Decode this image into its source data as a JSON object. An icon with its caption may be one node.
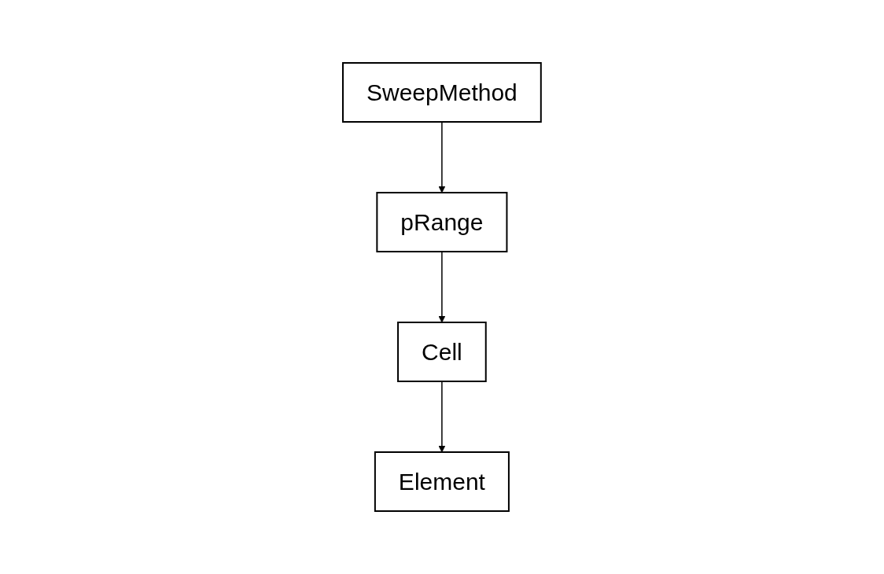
{
  "diagram": {
    "nodes": [
      {
        "text": [
          "pRange"
        ]
      },
      {
        "text": [
          "SweepMethod"
        ]
      },
      {
        "text": [
          "Cell"
        ]
      },
      {
        "text": [
          "Element"
        ]
      }
    ],
    "edges": [
      {
        "from": 1,
        "to": 0,
        "arrow": "to"
      },
      {
        "from": 0,
        "to": 2,
        "arrow": "to"
      },
      {
        "from": 2,
        "to": 3,
        "arrow": "to"
      }
    ]
  }
}
